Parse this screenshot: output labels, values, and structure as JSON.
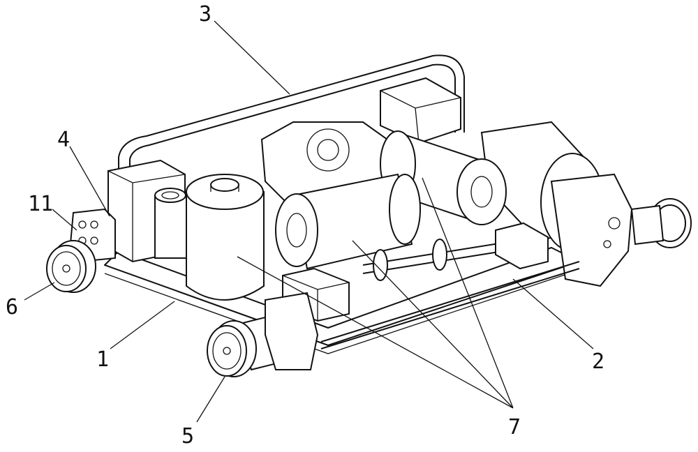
{
  "figure": {
    "labels": [
      {
        "id": "label-3",
        "text": "3"
      },
      {
        "id": "label-4",
        "text": "4"
      },
      {
        "id": "label-11",
        "text": "11"
      },
      {
        "id": "label-6",
        "text": "6"
      },
      {
        "id": "label-1",
        "text": "1"
      },
      {
        "id": "label-5",
        "text": "5"
      },
      {
        "id": "label-7",
        "text": "7"
      },
      {
        "id": "label-2",
        "text": "2"
      }
    ]
  }
}
